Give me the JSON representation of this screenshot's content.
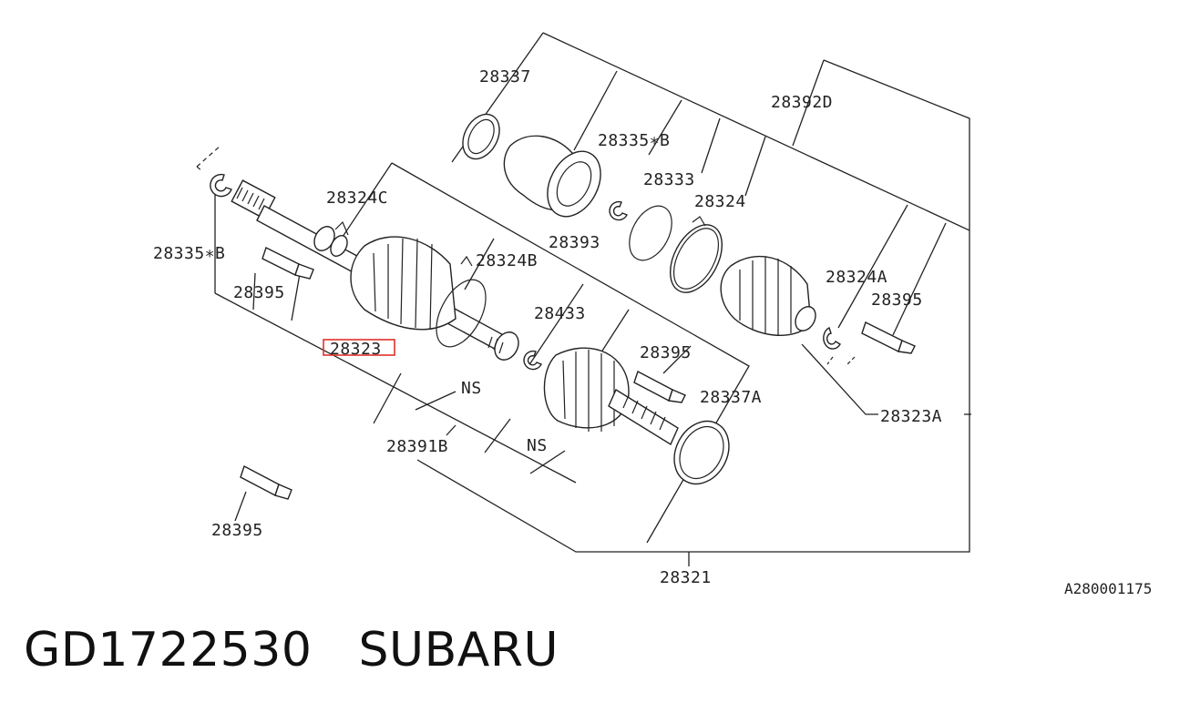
{
  "labels": {
    "l28337": "28337",
    "l28392D": "28392D",
    "l28335B_top": "28335∗B",
    "l28333": "28333",
    "l28324": "28324",
    "l28324C": "28324C",
    "l28393": "28393",
    "l28335B_left": "28335∗B",
    "l28324B": "28324B",
    "l28395_left": "28395",
    "l28324A": "28324A",
    "l28395_right": "28395",
    "l28433": "28433",
    "l28323": "28323",
    "l28395_mid": "28395",
    "l28337A": "28337A",
    "l28323A": "28323A",
    "lNS1": "NS",
    "l28391B": "28391B",
    "lNS2": "NS",
    "l28395_bottom": "28395",
    "l28321": "28321"
  },
  "highlight_color": "#e0322c",
  "reference_code": "A280001175",
  "caption": "GD1722530   SUBARU"
}
